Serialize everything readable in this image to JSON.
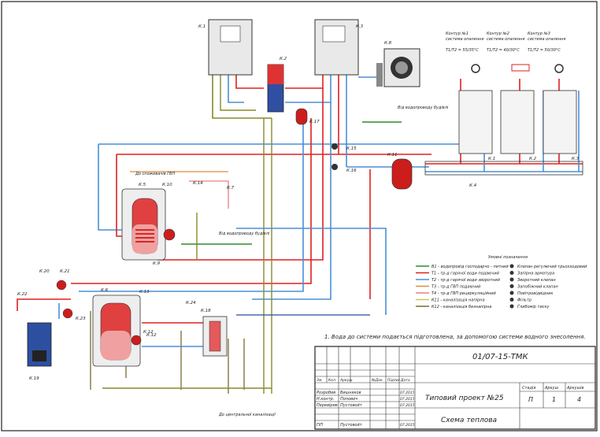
{
  "drawing": {
    "code": "01/07-15-ТМК",
    "note": "1. Вода до системи подається підготовлена, за допомогою системи водного знесолення.",
    "project": "Типовий проект №25",
    "sheet_title": "Схема теплова",
    "stage_header": "Стадія",
    "stage": "П",
    "sheet_header": "Аркуш",
    "sheet_no": "1",
    "sheets_header": "Аркушів",
    "sheets_total": "4"
  },
  "titleblock": {
    "headers": [
      "Зм.",
      "Кол.",
      "Аркуш",
      "№Док.",
      "Підпис",
      "Дата"
    ],
    "rows": [
      {
        "role": "Розробив",
        "name": "Вишняков",
        "date": "07.2015"
      },
      {
        "role": "Н.контр.",
        "name": "Попович",
        "date": "07.2015"
      },
      {
        "role": "Перевірив",
        "name": "Пустовойт",
        "date": "07.2015"
      },
      {
        "role": "ГІП",
        "name": "Пустовойт",
        "date": "07.2015"
      }
    ]
  },
  "legend": {
    "title": "Умовні позначення",
    "lines": [
      {
        "code": "В1",
        "text": "В1 - водопровід господарчо - питний",
        "color": "#2e8b2e"
      },
      {
        "code": "Т1",
        "text": "Т1 - тр-д гарячої води подаючий",
        "color": "#e02020"
      },
      {
        "code": "Т2",
        "text": "Т2 - тр-д гарячої води зворотний",
        "color": "#4a8fd6"
      },
      {
        "code": "Т3",
        "text": "Т3 - тр-д ГВП подаючий",
        "color": "#e08a3a"
      },
      {
        "code": "Т4",
        "text": "Т4 - тр-д ГВП рециркуляційний",
        "color": "#e88080"
      },
      {
        "code": "К11",
        "text": "К11 - каналізація напірна",
        "color": "#c8c85a"
      },
      {
        "code": "К12",
        "text": "К12 - каналізація безнапірна",
        "color": "#7a6a30"
      }
    ],
    "symbols": [
      "Клапан регулючий трьохходовий",
      "Запірна арматура",
      "Зворотний клапан",
      "Запобіжний клапан",
      "Повітровідвідник",
      "Фільтр",
      "Ґлибомір тиску"
    ]
  },
  "circuits": [
    {
      "name": "Контур №1",
      "sub": "система опалення",
      "temp": "T1/T2 = 55/35°С"
    },
    {
      "name": "Контур №2",
      "sub": "система опалення",
      "temp": "T1/T2 = 40/30°С"
    },
    {
      "name": "Контур №3",
      "sub": "система опалення",
      "temp": "T1/T2 = 50/30°С"
    }
  ],
  "labels": {
    "from_water": "Від водопроводу будівлі",
    "from_water2": "Від водопроводу будівлі",
    "to_dhw": "До споживачів ГВП",
    "to_sewer": "До центральної каналізації"
  },
  "tags": [
    "К.1",
    "К.2",
    "К.3",
    "К.4",
    "К.5",
    "К.6",
    "К.7",
    "К.8",
    "К.9",
    "К.10",
    "К.11",
    "К.12",
    "К.13",
    "К.14",
    "К.15",
    "К.16",
    "К.17",
    "К.18",
    "К.19",
    "К.20",
    "К.21",
    "К.22",
    "К.23",
    "К.24",
    "К.1",
    "К.2",
    "К.3"
  ]
}
